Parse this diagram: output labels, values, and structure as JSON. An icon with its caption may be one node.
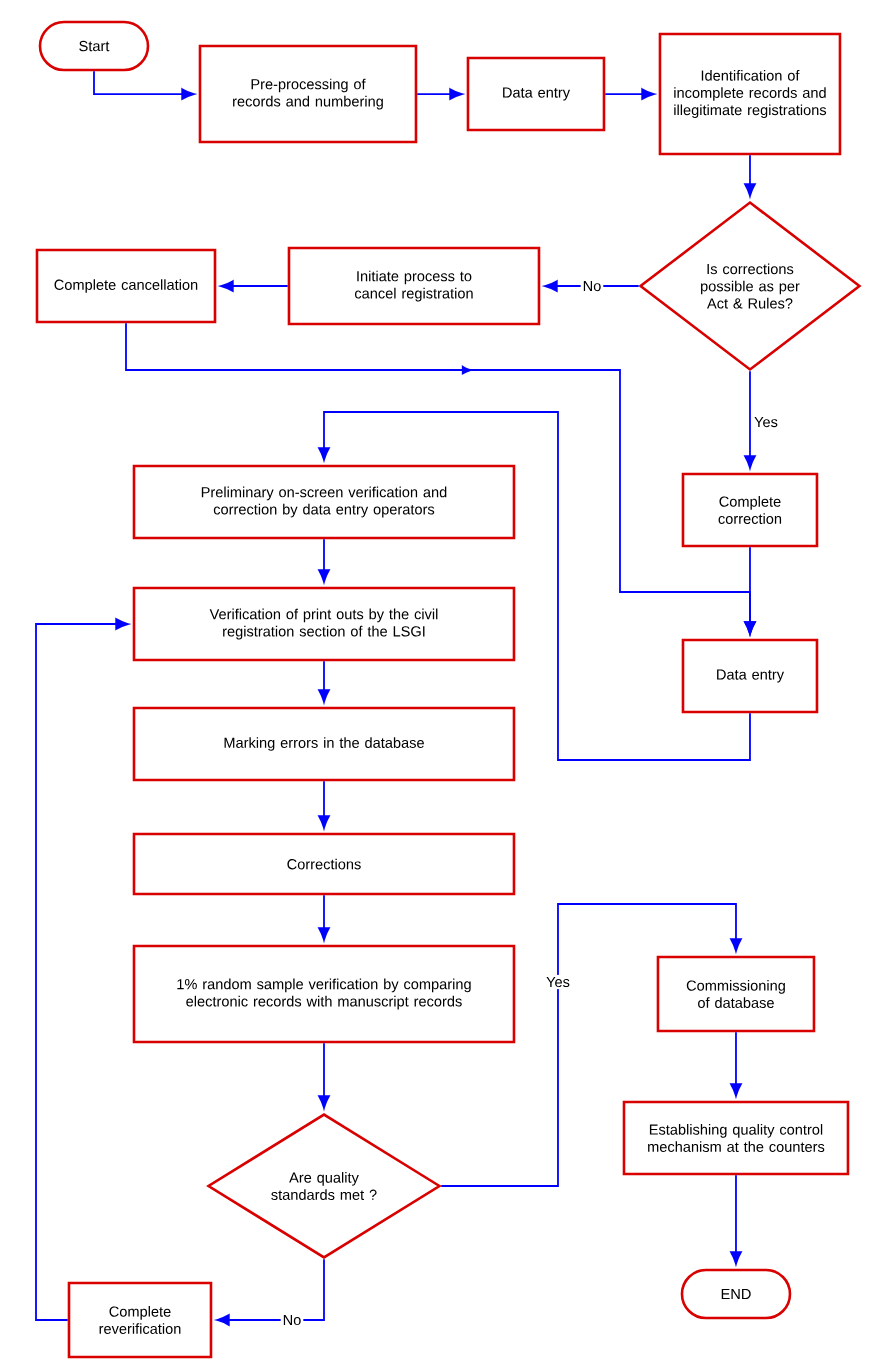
{
  "diagram": {
    "nodes": [
      {
        "text": [
          "Start"
        ]
      },
      {
        "text": [
          "Pre-processing of records and numbering"
        ]
      },
      {
        "text": [
          "Data entry"
        ]
      },
      {
        "text": [
          "Identification of incomplete records and illegitimate registrations"
        ]
      },
      {
        "text": [
          "Is corrections possible as per Act & Rules?"
        ]
      },
      {
        "text": [
          "Initiate process to cancel registration"
        ]
      },
      {
        "text": [
          "Complete cancellation"
        ]
      },
      {
        "text": [
          "Complete correction"
        ]
      },
      {
        "text": [
          "Data entry"
        ]
      },
      {
        "text": [
          "Preliminary on-screen verification and correction by data entry operators"
        ]
      },
      {
        "text": [
          "Verification of print outs by the civil registration section of the LSGI"
        ]
      },
      {
        "text": [
          "Marking errors in the database"
        ]
      },
      {
        "text": [
          "Corrections"
        ]
      },
      {
        "text": [
          "1% random sample verification by comparing electronic records with manuscript records"
        ]
      },
      {
        "text": [
          "Are quality standards met ?"
        ]
      },
      {
        "text": [
          "Complete reverification"
        ]
      },
      {
        "text": [
          "Commissioning of database"
        ]
      },
      {
        "text": [
          "Establishing quality control mechanism at the counters"
        ]
      },
      {
        "text": [
          "END"
        ]
      }
    ],
    "edges": [
      {
        "from": 0,
        "to": 1,
        "arrow": "to"
      },
      {
        "from": 1,
        "to": 2,
        "arrow": "to"
      },
      {
        "from": 2,
        "to": 3,
        "arrow": "to"
      },
      {
        "from": 3,
        "to": 4,
        "arrow": "to"
      },
      {
        "from": 4,
        "to": 5,
        "arrow": "to",
        "label": "No"
      },
      {
        "from": 5,
        "to": 6,
        "arrow": "to"
      },
      {
        "from": 6,
        "to": 8,
        "arrow": "to"
      },
      {
        "from": 4,
        "to": 7,
        "arrow": "to",
        "label": "Yes"
      },
      {
        "from": 7,
        "to": 8,
        "arrow": "to"
      },
      {
        "from": 8,
        "to": 9,
        "arrow": "to"
      },
      {
        "from": 9,
        "to": 10,
        "arrow": "to"
      },
      {
        "from": 10,
        "to": 11,
        "arrow": "to"
      },
      {
        "from": 11,
        "to": 12,
        "arrow": "to"
      },
      {
        "from": 12,
        "to": 13,
        "arrow": "to"
      },
      {
        "from": 13,
        "to": 14,
        "arrow": "to"
      },
      {
        "from": 14,
        "to": 15,
        "arrow": "to",
        "label": "No"
      },
      {
        "from": 15,
        "to": 10,
        "arrow": "to"
      },
      {
        "from": 14,
        "to": 16,
        "arrow": "to",
        "label": "Yes"
      },
      {
        "from": 16,
        "to": 17,
        "arrow": "to"
      },
      {
        "from": 17,
        "to": 18,
        "arrow": "to"
      }
    ]
  }
}
